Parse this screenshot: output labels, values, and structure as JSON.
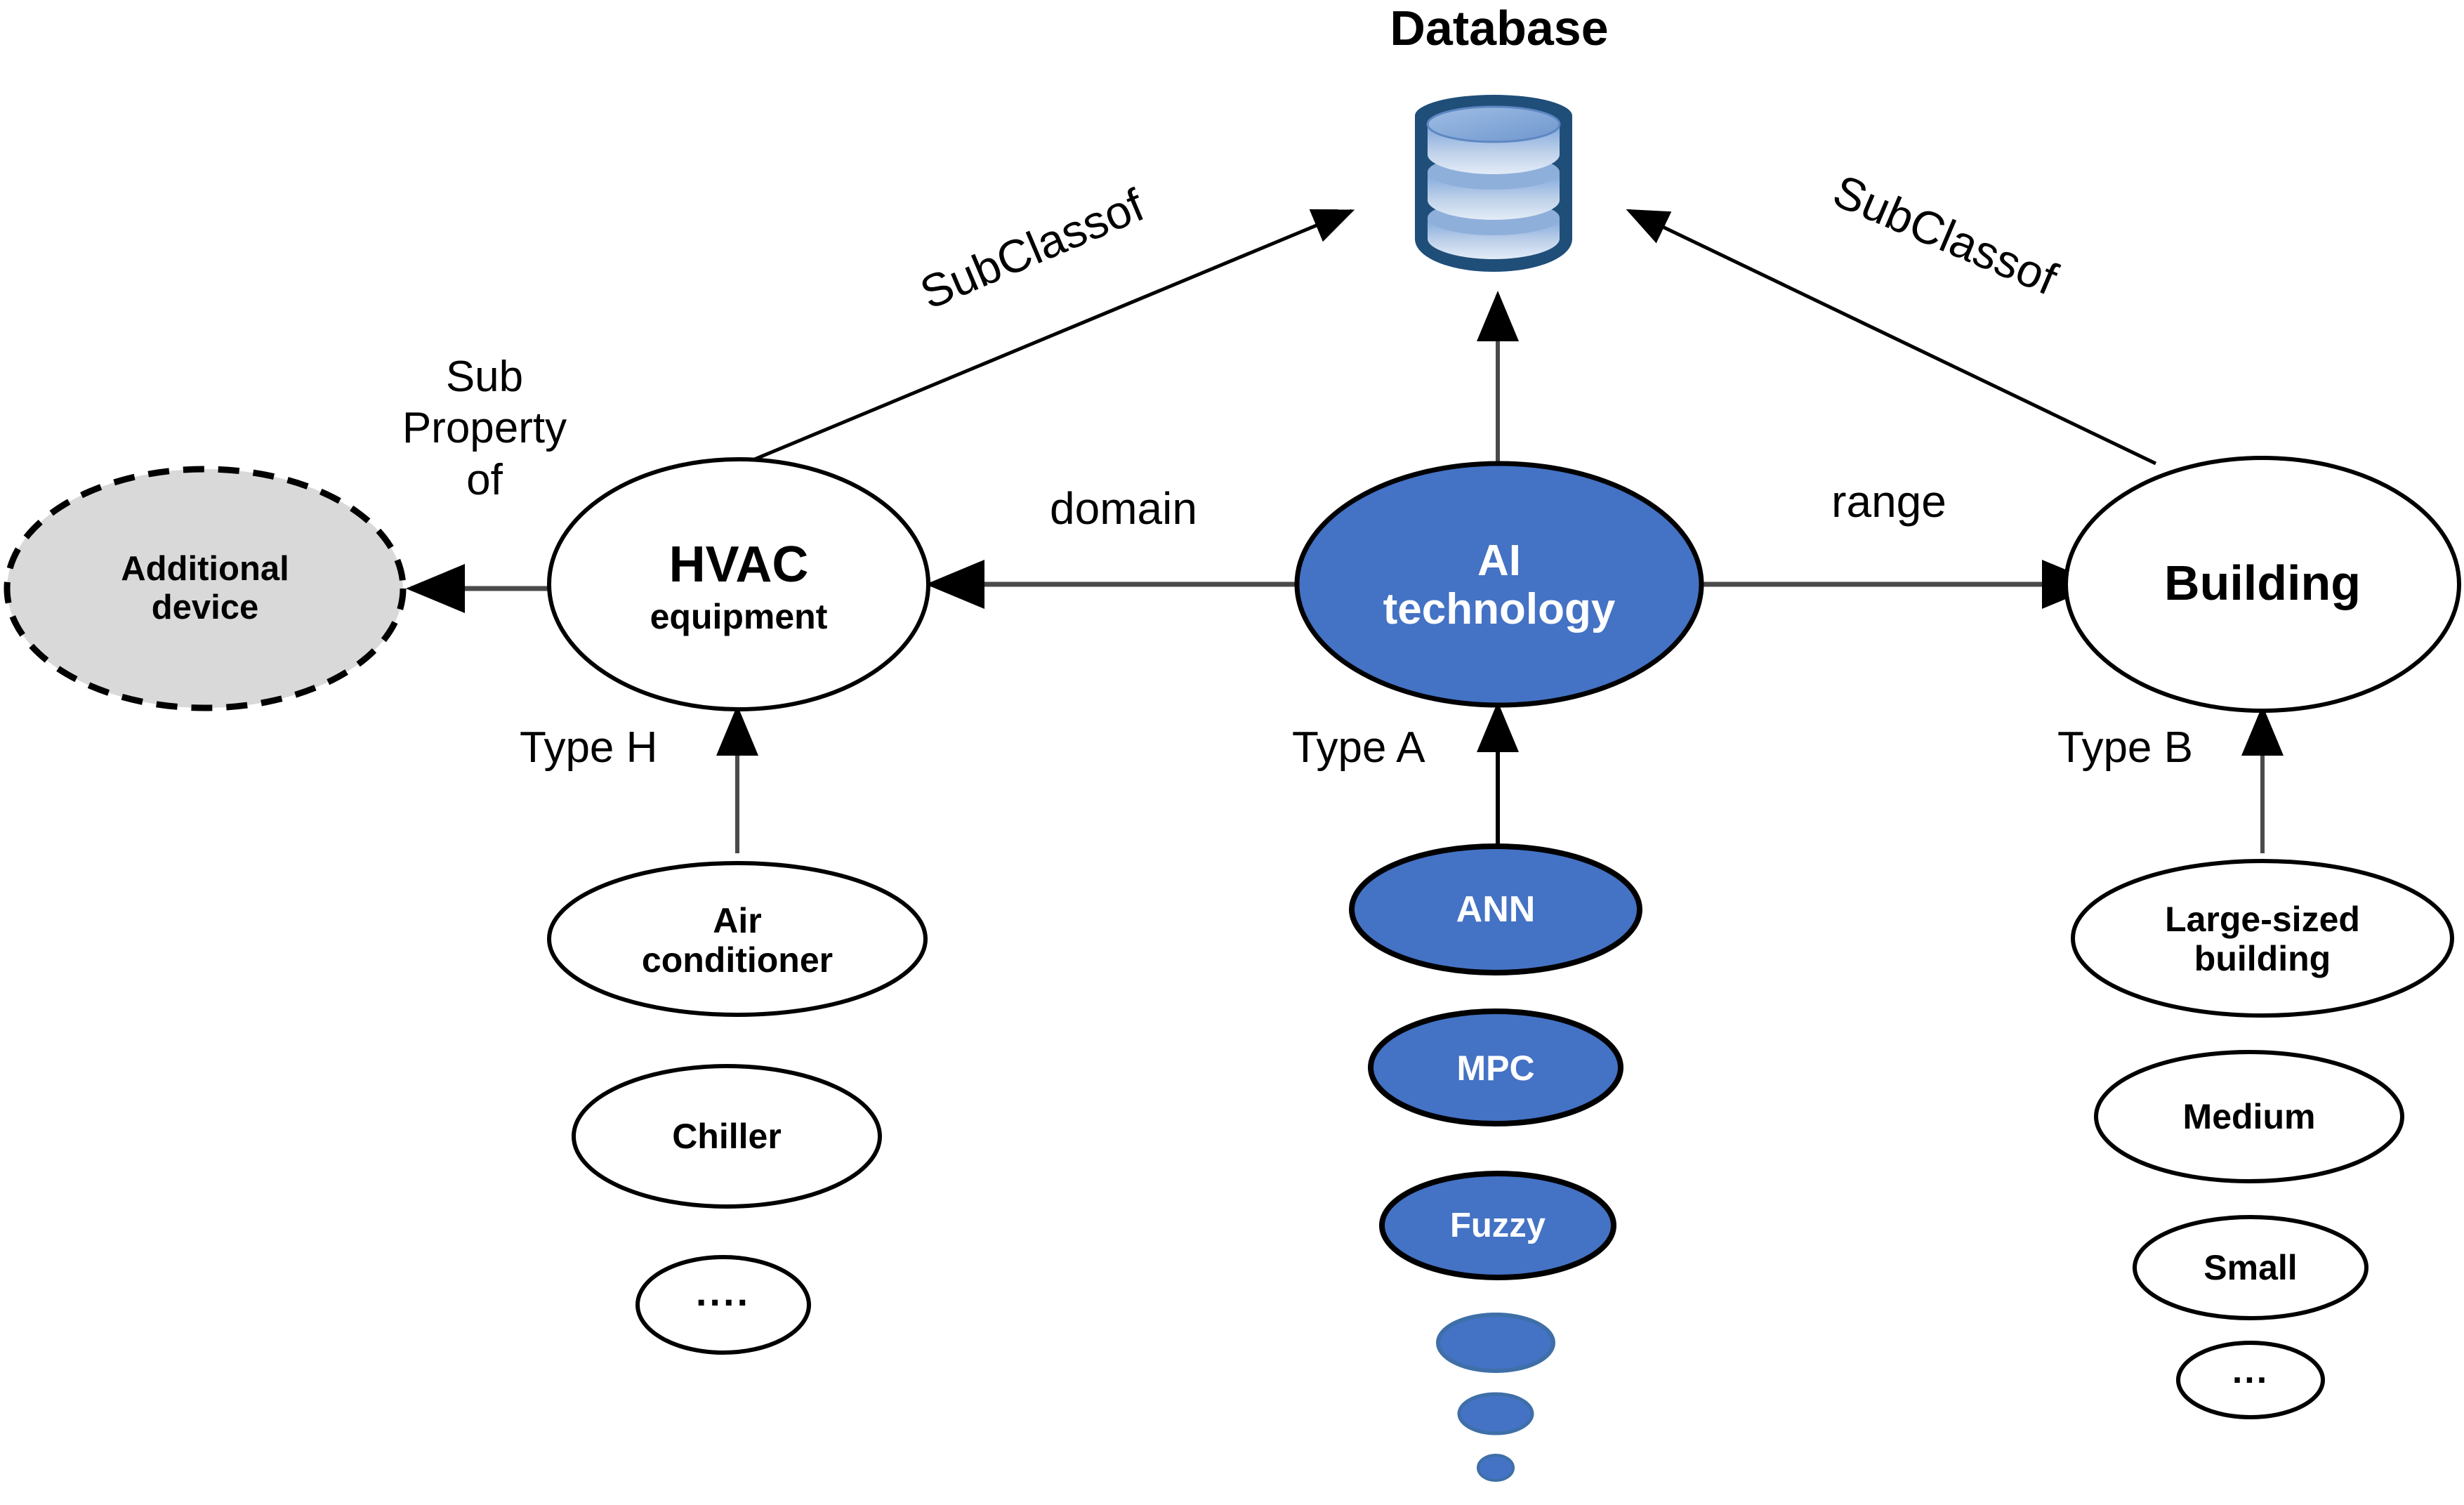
{
  "diagram": {
    "title": "Database",
    "colors": {
      "accent_blue": "#4472C4",
      "blue_stroke": "#2E5496",
      "db_dark": "#1F4E79",
      "db_light": "#BDD0E9",
      "gray_fill": "#D9D9D9",
      "stroke": "#000000"
    }
  },
  "nodes": {
    "database": {
      "label": "Database",
      "icon": "database-cylinder-icon"
    },
    "additional_device": {
      "label": "Additional\ndevice",
      "line1": "Additional",
      "line2": "device",
      "style": "dashed-gray"
    },
    "hvac": {
      "line1": "HVAC",
      "line2": "equipment"
    },
    "ai": {
      "line1": "AI",
      "line2": "technology"
    },
    "building": {
      "label": "Building"
    },
    "hvac_children": [
      {
        "line1": "Air",
        "line2": "conditioner"
      },
      {
        "line1": "Chiller",
        "line2": ""
      },
      {
        "line1": "....",
        "line2": ""
      }
    ],
    "ai_children": [
      {
        "label": "ANN"
      },
      {
        "label": "MPC"
      },
      {
        "label": "Fuzzy"
      },
      {
        "label": ""
      },
      {
        "label": ""
      },
      {
        "label": ""
      }
    ],
    "building_children": [
      {
        "line1": "Large-sized",
        "line2": "building"
      },
      {
        "line1": "Medium",
        "line2": ""
      },
      {
        "line1": "Small",
        "line2": ""
      },
      {
        "line1": "...",
        "line2": ""
      }
    ]
  },
  "edges": {
    "hvac_to_database": "SubClassof",
    "building_to_database": "SubClassof",
    "hvac_to_additional": "Sub\nProperty\nof",
    "ai_to_hvac": "domain",
    "ai_to_building": "range",
    "hvac_type": "Type H",
    "ai_type": "Type A",
    "building_type": "Type B"
  }
}
